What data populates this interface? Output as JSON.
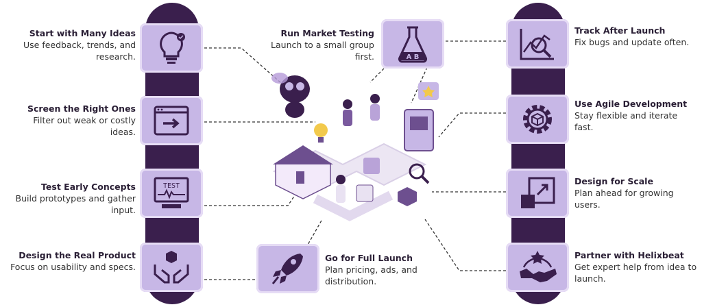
{
  "steps": {
    "ideas": {
      "title": "Start with Many Ideas",
      "desc": "Use feedback, trends, and research.",
      "icon": "lightbulb-gear-icon"
    },
    "screen": {
      "title": "Screen the Right Ones",
      "desc": "Filter out weak or costly ideas.",
      "icon": "browser-arrow-icon"
    },
    "test": {
      "title": "Test Early Concepts",
      "desc": "Build prototypes and gather input.",
      "icon": "monitor-test-icon",
      "screen_text": "TEST"
    },
    "design": {
      "title": "Design the Real Product",
      "desc": "Focus on usability and specs.",
      "icon": "hands-box-icon"
    },
    "market": {
      "title": "Run Market Testing",
      "desc": "Launch to a small group first.",
      "icon": "flask-ab-icon",
      "flask_text": "A B"
    },
    "launch": {
      "title": "Go for Full Launch",
      "desc": "Plan pricing, ads, and distribution.",
      "icon": "rocket-icon"
    },
    "track": {
      "title": "Track After Launch",
      "desc": "Fix bugs and update often.",
      "icon": "chart-magnifier-icon"
    },
    "agile": {
      "title": "Use Agile Development",
      "desc": "Stay flexible and iterate fast.",
      "icon": "gear-cube-icon"
    },
    "scale": {
      "title": "Design for Scale",
      "desc": "Plan ahead for growing users.",
      "icon": "scale-arrow-icon"
    },
    "partner": {
      "title": "Partner with Helixbeat",
      "desc": "Get expert help from idea to launch.",
      "icon": "handshake-star-icon"
    }
  },
  "colors": {
    "pillar": "#3a1f4d",
    "tile": "#c7b7e6",
    "accent": "#5b3b7a"
  }
}
